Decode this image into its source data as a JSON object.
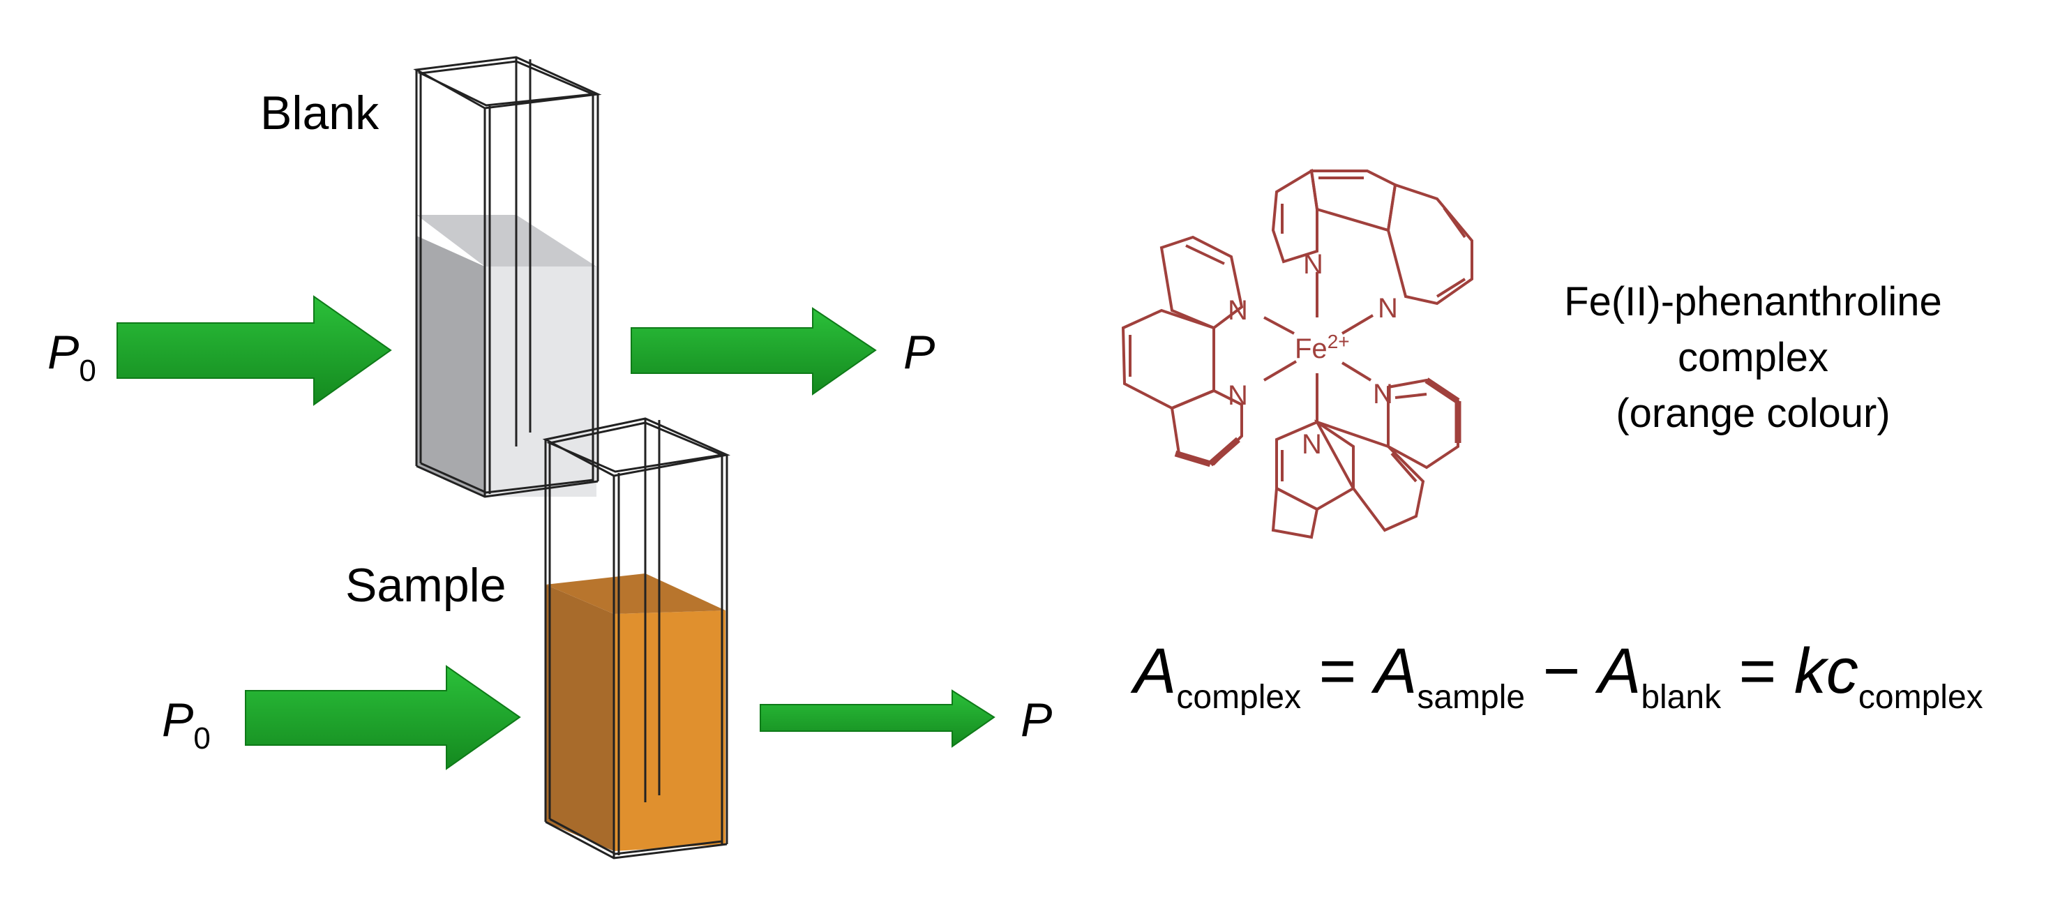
{
  "blank": {
    "label": "Blank",
    "incident_symbol": "P",
    "incident_subscript": "0",
    "transmitted_symbol": "P"
  },
  "sample": {
    "label": "Sample",
    "incident_symbol": "P",
    "incident_subscript": "0",
    "transmitted_symbol": "P"
  },
  "complex": {
    "caption_line1": "Fe(II)-phenanthroline",
    "caption_line2": "complex",
    "caption_line3": "(orange colour)",
    "metal_symbol": "Fe",
    "metal_charge": "2+",
    "atom_label": "N"
  },
  "equation": {
    "A": "A",
    "sub_complex": "complex",
    "eq1": " = ",
    "sub_sample": "sample",
    "minus": " − ",
    "sub_blank": "blank",
    "eq2": " = ",
    "kc": "kc",
    "sub_kc": "complex"
  },
  "colors": {
    "arrow_green": "#1FA32B",
    "solution_orange": "#E0902E",
    "blank_liquid": "#DCDDE0",
    "molecule": "#A0403C"
  }
}
